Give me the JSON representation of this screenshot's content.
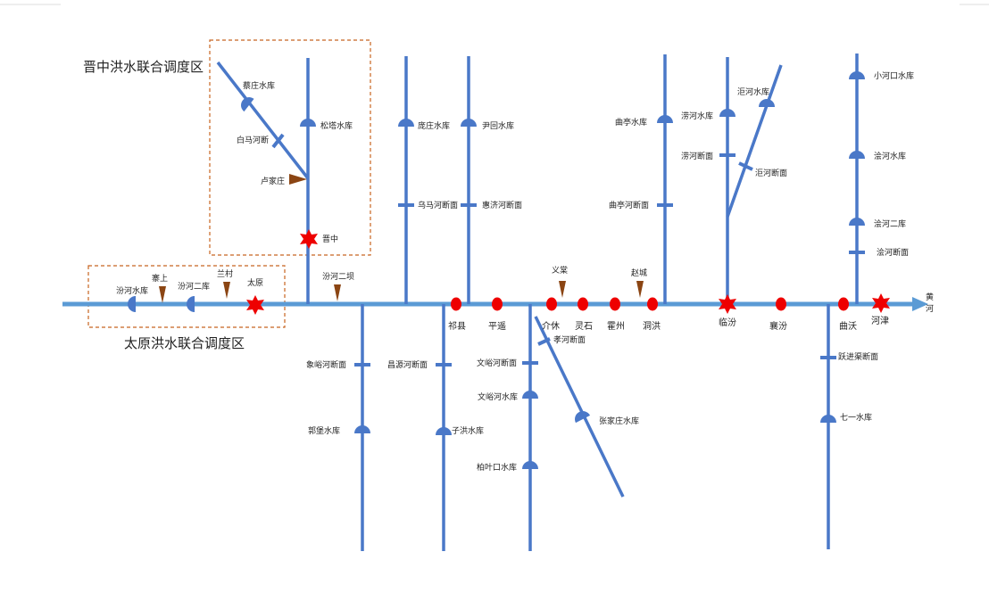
{
  "zones": {
    "jinzhong": "晋中洪水联合调度区",
    "taiyuan": "太原洪水联合调度区"
  },
  "river_end": [
    "黄",
    "河"
  ],
  "colors": {
    "river": "#4a78c8",
    "mainline": "#5b9bd5",
    "city": "#ee0000",
    "station": "#8b4513",
    "zone_border": "#c86420"
  },
  "labels": {
    "caizhuang": "蔡庄水库",
    "baima": "白马河断",
    "lujia": "卢家庄",
    "songta": "松塔水库",
    "jinzhong_city": "晋中",
    "pangzhuang": "庞庄水库",
    "wuma": "乌马河断面",
    "yinhui": "尹回水库",
    "huiji": "惠济河断面",
    "qutingk": "曲亭水库",
    "qutingd": "曲亭河断面",
    "laohek": "涝河水库",
    "laohed": "涝河断面",
    "juhek": "洰河水库",
    "juhed": "洰河断面",
    "xiaohekou": "小河口水库",
    "kuaihe": "浍河水库",
    "kuai2": "浍河二库",
    "kuaid": "浍河断面",
    "fenheku": "汾河水库",
    "fen2ku": "汾河二库",
    "zhaishang": "寨上",
    "lancun": "兰村",
    "taiyuan_city": "太原",
    "fen2ba": "汾河二坝",
    "yitang": "义棠",
    "zhaocheng": "赵城",
    "qixian": "祁县",
    "pingyao": "平遥",
    "jiexiu": "介休",
    "lingshi": "灵石",
    "huozhou": "霍州",
    "hongdong": "洞洪",
    "linfen": "临汾",
    "xiangfen": "襄汾",
    "quwo": "曲沃",
    "hejin": "河津",
    "xiangyud": "象峪河断面",
    "guobao": "郭堡水库",
    "changyuan": "昌源河断面",
    "zihong": "子洪水库",
    "wenyud": "文峪河断面",
    "wenyuk": "文峪河水库",
    "baiyekou": "柏叶口水库",
    "xiaohed": "孝河断面",
    "zhangjiazhuang": "张家庄水库",
    "yuejinqu": "跃进渠断面",
    "qiyi": "七一水库"
  }
}
